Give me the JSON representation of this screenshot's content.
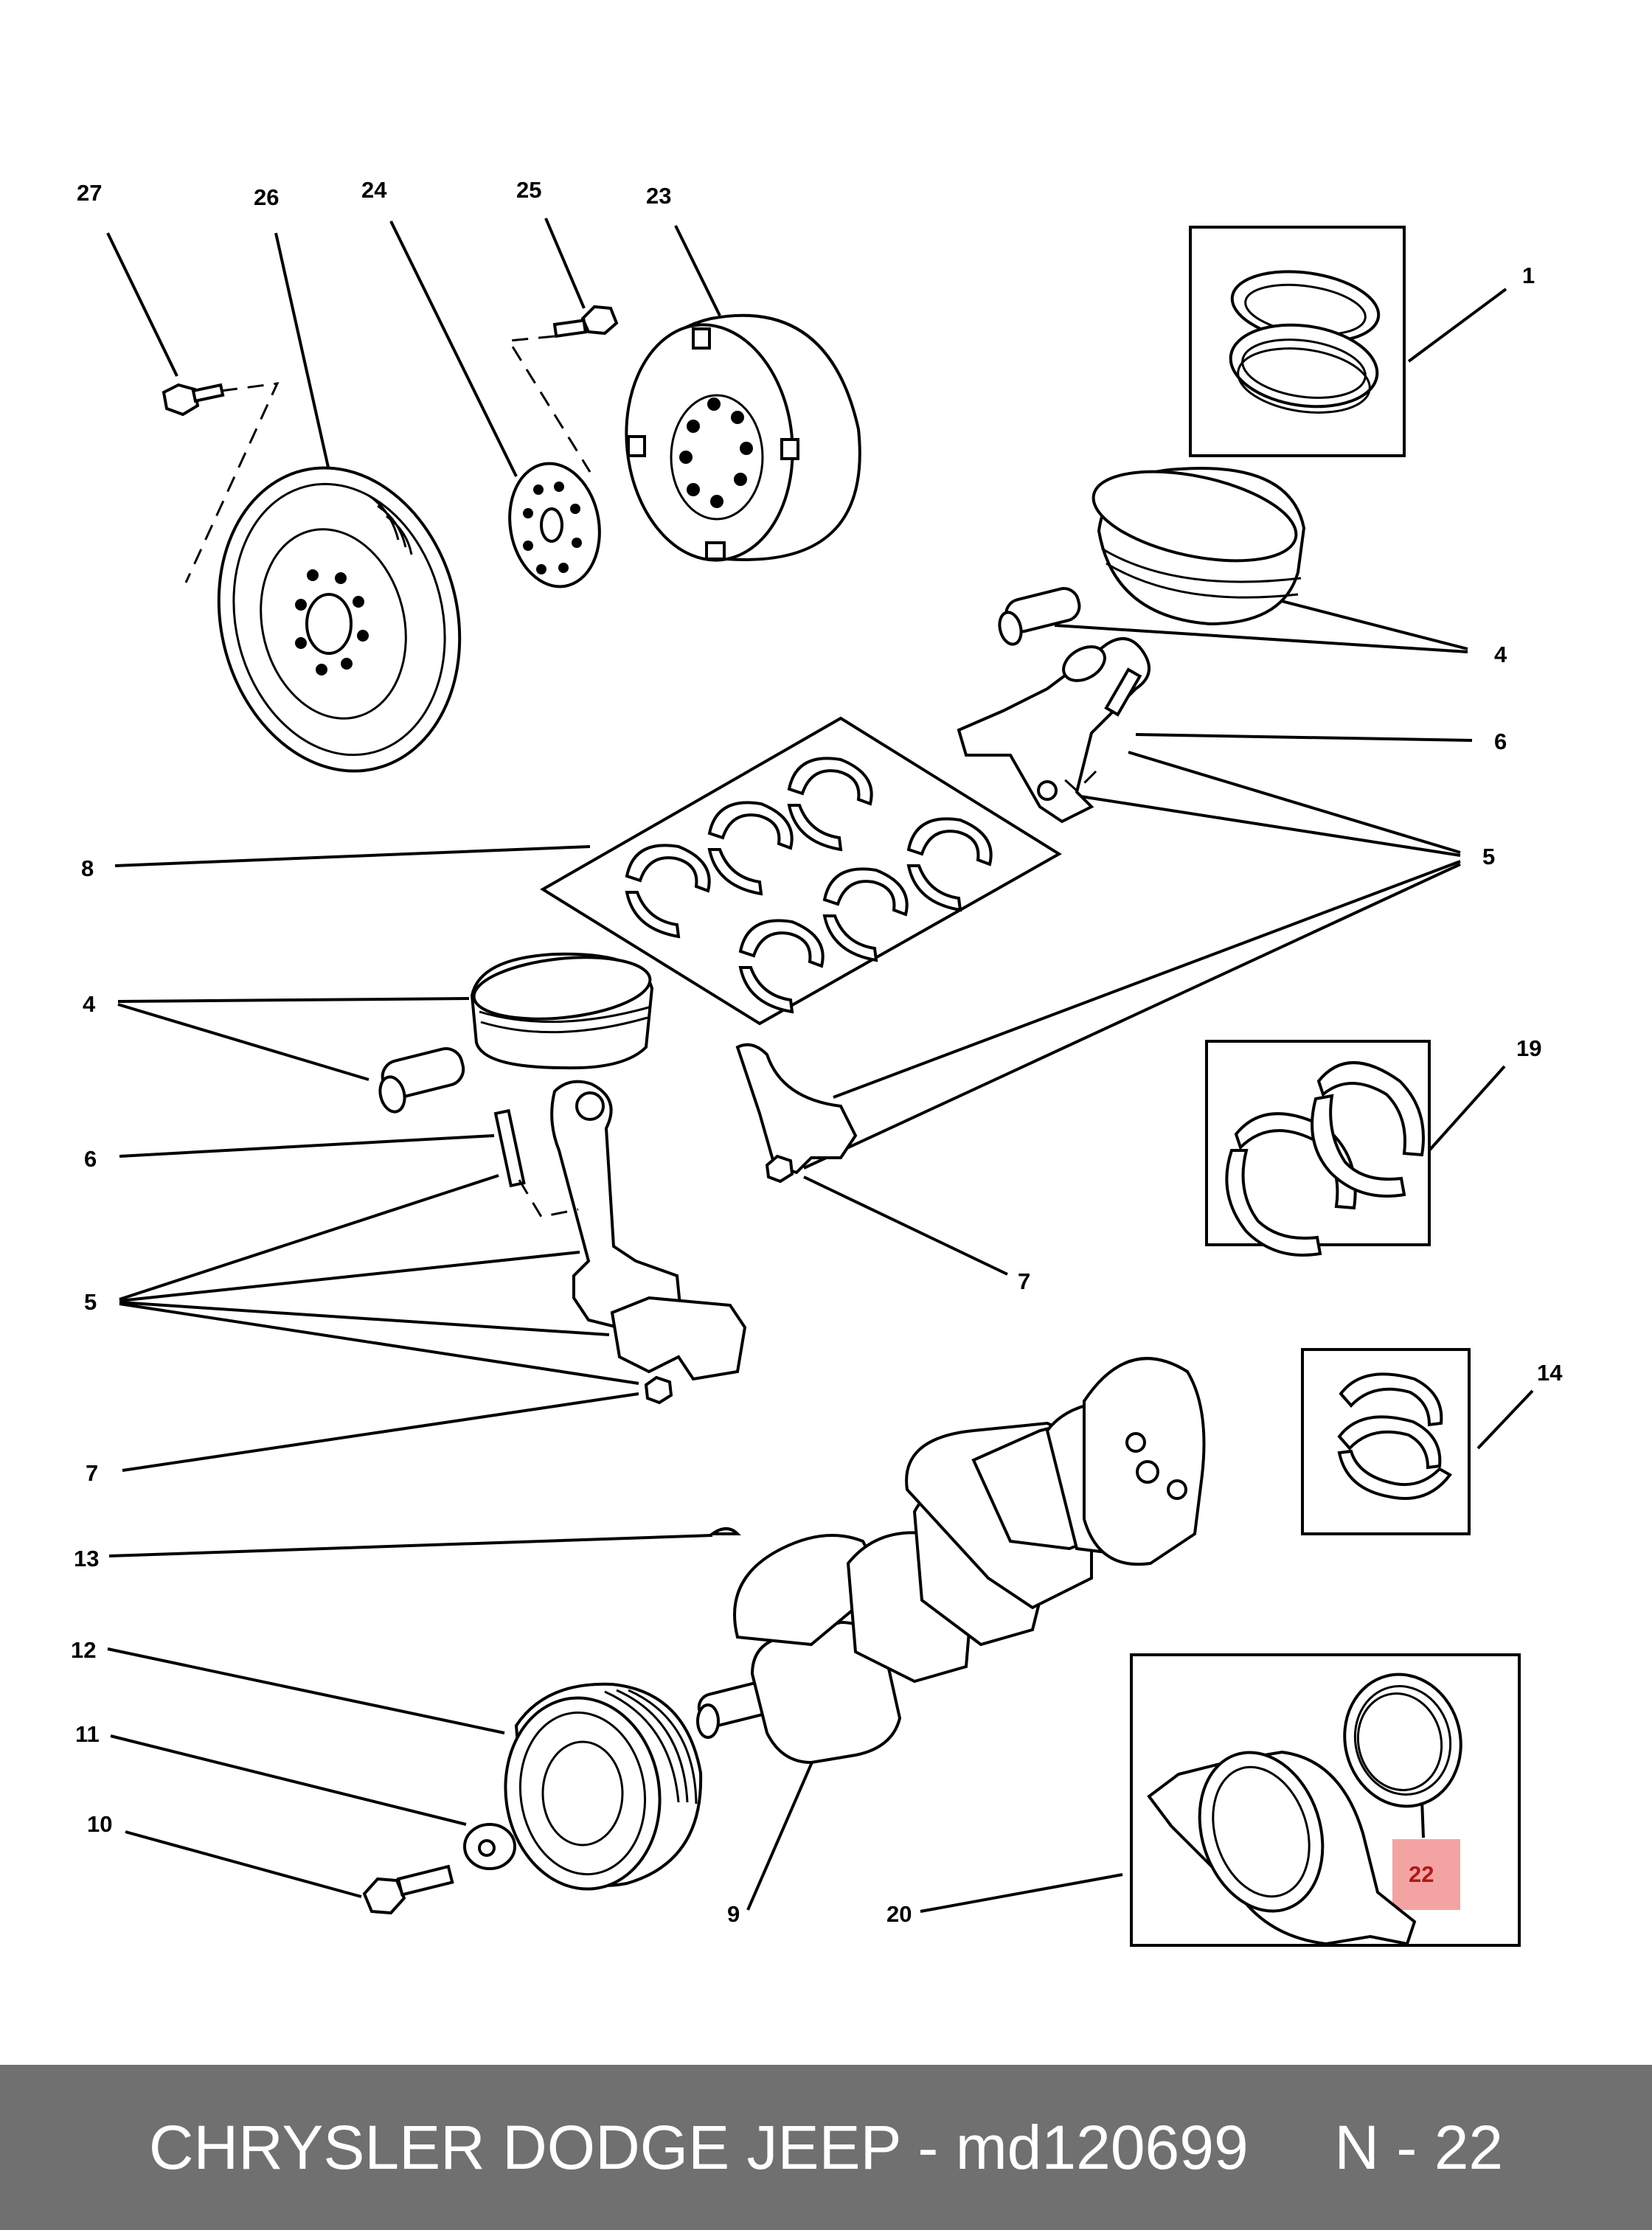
{
  "diagram": {
    "callouts": [
      {
        "id": "c27",
        "label": "27"
      },
      {
        "id": "c26",
        "label": "26"
      },
      {
        "id": "c24",
        "label": "24"
      },
      {
        "id": "c25",
        "label": "25"
      },
      {
        "id": "c23",
        "label": "23"
      },
      {
        "id": "c1",
        "label": "1"
      },
      {
        "id": "c4a",
        "label": "4"
      },
      {
        "id": "c6a",
        "label": "6"
      },
      {
        "id": "c5a",
        "label": "5"
      },
      {
        "id": "c8",
        "label": "8"
      },
      {
        "id": "c4b",
        "label": "4"
      },
      {
        "id": "c19",
        "label": "19"
      },
      {
        "id": "c6b",
        "label": "6"
      },
      {
        "id": "c7a",
        "label": "7"
      },
      {
        "id": "c5b",
        "label": "5"
      },
      {
        "id": "c14",
        "label": "14"
      },
      {
        "id": "c7b",
        "label": "7"
      },
      {
        "id": "c13",
        "label": "13"
      },
      {
        "id": "c12",
        "label": "12"
      },
      {
        "id": "c11",
        "label": "11"
      },
      {
        "id": "c10",
        "label": "10"
      },
      {
        "id": "c9",
        "label": "9"
      },
      {
        "id": "c20",
        "label": "20"
      }
    ],
    "highlighted_callout": {
      "label": "22",
      "color": "#f4a3a3"
    }
  },
  "footer": {
    "text": "CHRYSLER DODGE JEEP - md120699     N - 22",
    "background": "#707070"
  }
}
